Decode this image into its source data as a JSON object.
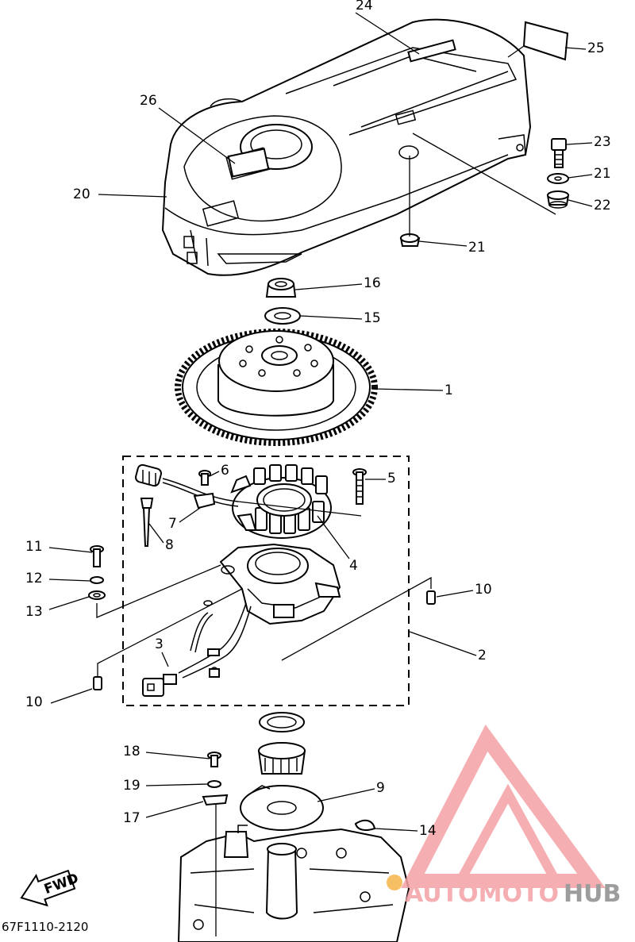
{
  "diagram": {
    "drawing_code": "67F1110-2120",
    "direction_badge": "FWD",
    "watermark": {
      "brand_part1": "AUTOMOTO",
      "brand_part2": "HUB",
      "accent_color": "#f4a0a4",
      "secondary_color": "#8d8d8d",
      "sun_color": "#f6b54a"
    },
    "callouts": [
      {
        "id": "c1",
        "label": "1"
      },
      {
        "id": "c2",
        "label": "2"
      },
      {
        "id": "c3",
        "label": "3"
      },
      {
        "id": "c4",
        "label": "4"
      },
      {
        "id": "c5",
        "label": "5"
      },
      {
        "id": "c6",
        "label": "6"
      },
      {
        "id": "c7",
        "label": "7"
      },
      {
        "id": "c8",
        "label": "8"
      },
      {
        "id": "c9",
        "label": "9"
      },
      {
        "id": "c10a",
        "label": "10"
      },
      {
        "id": "c10b",
        "label": "10"
      },
      {
        "id": "c11",
        "label": "11"
      },
      {
        "id": "c12",
        "label": "12"
      },
      {
        "id": "c13",
        "label": "13"
      },
      {
        "id": "c14",
        "label": "14"
      },
      {
        "id": "c15",
        "label": "15"
      },
      {
        "id": "c16",
        "label": "16"
      },
      {
        "id": "c17",
        "label": "17"
      },
      {
        "id": "c18",
        "label": "18"
      },
      {
        "id": "c19",
        "label": "19"
      },
      {
        "id": "c20",
        "label": "20"
      },
      {
        "id": "c21a",
        "label": "21"
      },
      {
        "id": "c21b",
        "label": "21"
      },
      {
        "id": "c22",
        "label": "22"
      },
      {
        "id": "c23",
        "label": "23"
      },
      {
        "id": "c24",
        "label": "24"
      },
      {
        "id": "c25",
        "label": "25"
      },
      {
        "id": "c26",
        "label": "26"
      }
    ]
  }
}
